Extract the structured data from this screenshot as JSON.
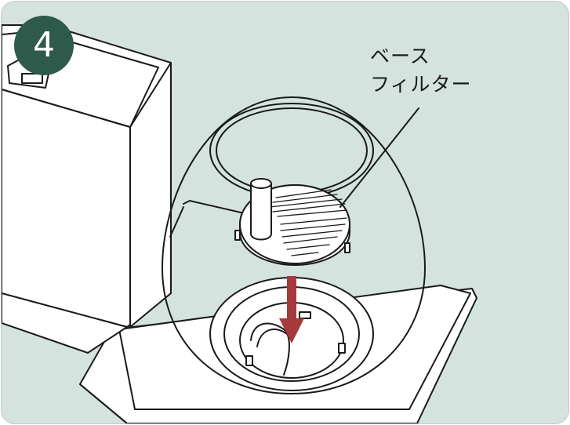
{
  "step": {
    "number": "4"
  },
  "callout": {
    "line1": "ベース",
    "line2": "フィルター"
  },
  "colors": {
    "panel_background": "#d4e3de",
    "badge": "#2e5a4c",
    "arrow": "#a53a3c",
    "outline": "#1a1a1a",
    "fill": "#ffffff"
  },
  "icons": [
    "down-arrow-icon"
  ]
}
